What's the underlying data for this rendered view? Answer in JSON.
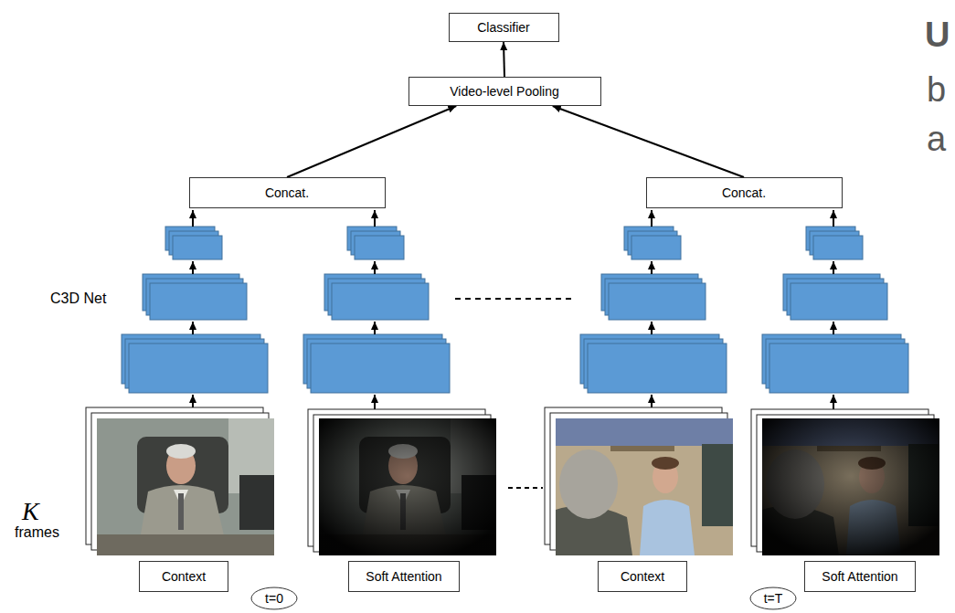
{
  "diagram": {
    "nodes": [
      {
        "text": [
          "Classifier"
        ]
      },
      {
        "text": [
          "Video-level Pooling"
        ]
      },
      {
        "text": [
          "Concat."
        ]
      },
      {
        "text": [
          "Concat."
        ]
      },
      {
        "text": [
          "Context"
        ]
      },
      {
        "text": [
          "Soft Attention"
        ]
      },
      {
        "text": [
          "Context"
        ]
      },
      {
        "text": [
          "Soft Attention"
        ]
      },
      {
        "text": [
          "t=0"
        ]
      },
      {
        "text": [
          "t=T"
        ]
      }
    ],
    "edges": [
      {
        "from": 1,
        "to": 0,
        "arrow": "to"
      },
      {
        "from": 2,
        "to": 1,
        "arrow": "to"
      },
      {
        "from": 3,
        "to": 1,
        "arrow": "to"
      }
    ],
    "labels": [
      "C3D Net",
      "K",
      "frames",
      "U",
      "b",
      "a"
    ]
  }
}
